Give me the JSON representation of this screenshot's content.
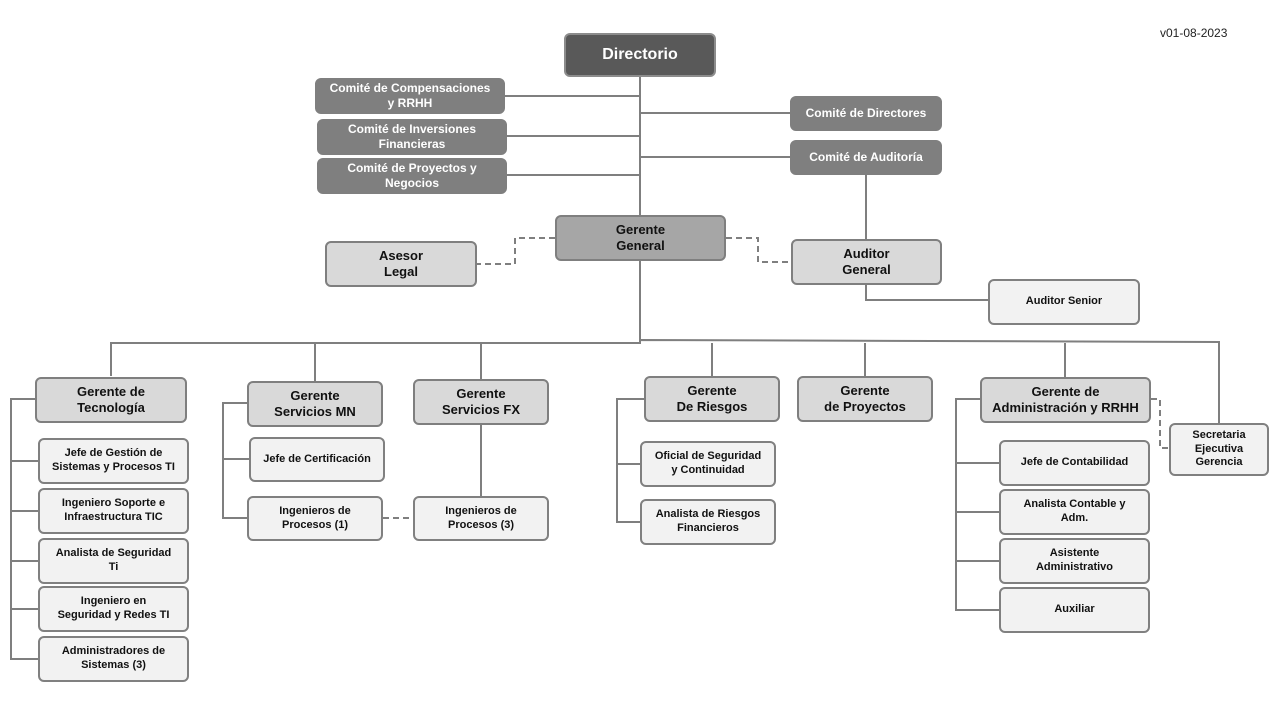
{
  "version": "v01-08-2023",
  "nodes": {
    "directorio": "Directorio",
    "comite_compensaciones": "Comité  de Compensaciones\ny RRHH",
    "comite_inversiones": "Comité de Inversiones\nFinancieras",
    "comite_proyectos": "Comité de Proyectos y\nNegocios",
    "comite_directores": "Comité  de Directores",
    "comite_auditoria": "Comité de Auditoría",
    "gerente_general": "Gerente\nGeneral",
    "asesor_legal": "Asesor\nLegal",
    "auditor_general": "Auditor\nGeneral",
    "auditor_senior": "Auditor  Senior",
    "gerente_tecnologia": "Gerente de\nTecnología",
    "gerente_servicios_mn": "Gerente\nServicios MN",
    "gerente_servicios_fx": "Gerente\nServicios FX",
    "gerente_riesgos": "Gerente\nDe Riesgos",
    "gerente_proyectos": "Gerente\nde Proyectos",
    "gerente_administracion": "Gerente de\nAdministración y RRHH",
    "secretaria": "Secretaria\nEjecutiva\nGerencia",
    "jefe_gestion_sistemas": "Jefe de Gestión de\nSistemas y Procesos TI",
    "ingeniero_soporte": "Ingeniero Soporte e\nInfraestructura TIC",
    "analista_seguridad_ti": "Analista  de Seguridad\nTi",
    "ingeniero_seguridad_redes": "Ingeniero en\nSeguridad y Redes TI",
    "administradores_sistemas": "Administradores de\nSistemas (3)",
    "jefe_certificacion": "Jefe de Certificación",
    "ingenieros_procesos_mn": "Ingenieros de\nProcesos (1)",
    "ingenieros_procesos_fx": "Ingenieros de\nProcesos (3)",
    "oficial_seguridad": "Oficial  de Seguridad\ny Continuidad",
    "analista_riesgos": "Analista  de Riesgos\nFinancieros",
    "jefe_contabilidad": "Jefe de Contabilidad",
    "analista_contable": "Analista  Contable y\nAdm.",
    "asistente_administrativo": "Asistente\nAdministrativo",
    "auxiliar": "Auxiliar"
  }
}
